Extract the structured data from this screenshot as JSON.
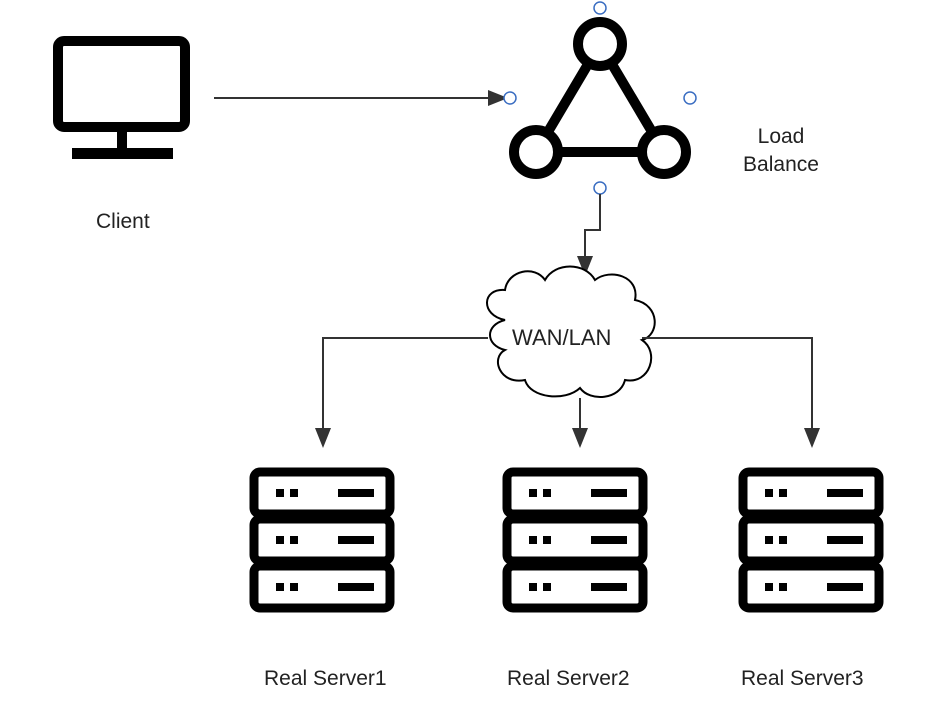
{
  "diagram": {
    "client_label": "Client",
    "load_balancer_label_line1": "Load",
    "load_balancer_label_line2": "Balance",
    "network_label": "WAN/LAN",
    "servers": [
      {
        "label": "Real Server1"
      },
      {
        "label": "Real Server2"
      },
      {
        "label": "Real Server3"
      }
    ],
    "colors": {
      "stroke": "#000000",
      "connector": "#333333",
      "handle": "#3b6ec2",
      "text": "#222222",
      "background": "#ffffff"
    },
    "icons": [
      "monitor-icon",
      "load-balancer-icon",
      "cloud-icon",
      "server-rack-icon"
    ]
  }
}
